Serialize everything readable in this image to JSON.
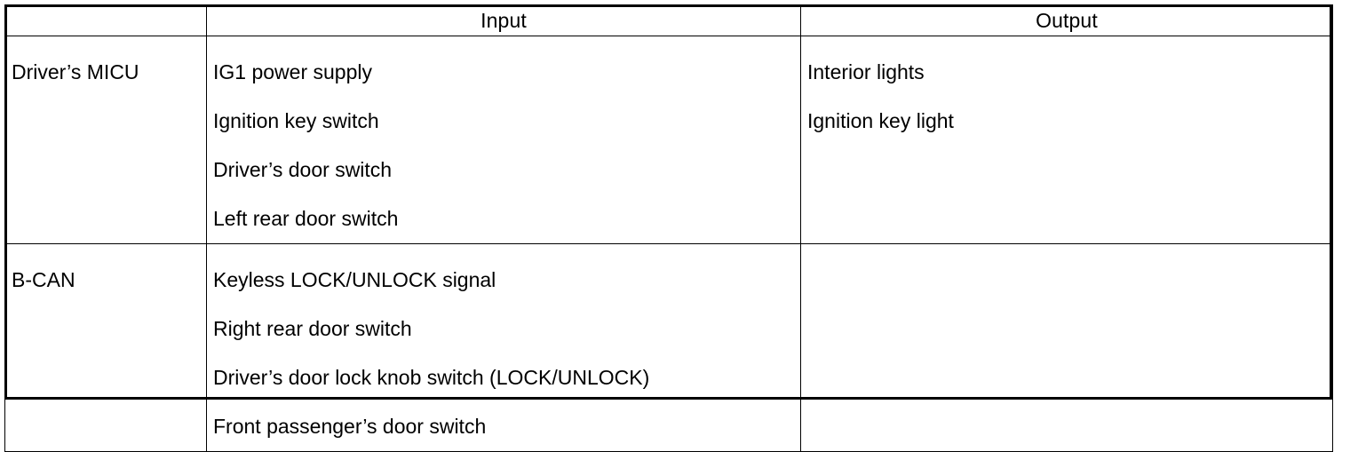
{
  "table": {
    "headers": {
      "source": "",
      "input": "Input",
      "output": "Output"
    },
    "rows": [
      {
        "source": "Driver’s MICU",
        "inputs": [
          "IG1 power supply",
          "Ignition key switch",
          "Driver’s door switch",
          "Left rear door switch"
        ],
        "outputs": [
          "Interior lights",
          "Ignition key light"
        ]
      },
      {
        "source": "B-CAN",
        "inputs": [
          "Keyless LOCK/UNLOCK signal",
          "Right rear door switch",
          "Driver’s door lock knob switch (LOCK/UNLOCK)",
          "Front passenger’s door switch"
        ],
        "outputs": []
      }
    ]
  },
  "colors": {
    "border": "#000000",
    "text": "#000000",
    "background": "#ffffff"
  }
}
